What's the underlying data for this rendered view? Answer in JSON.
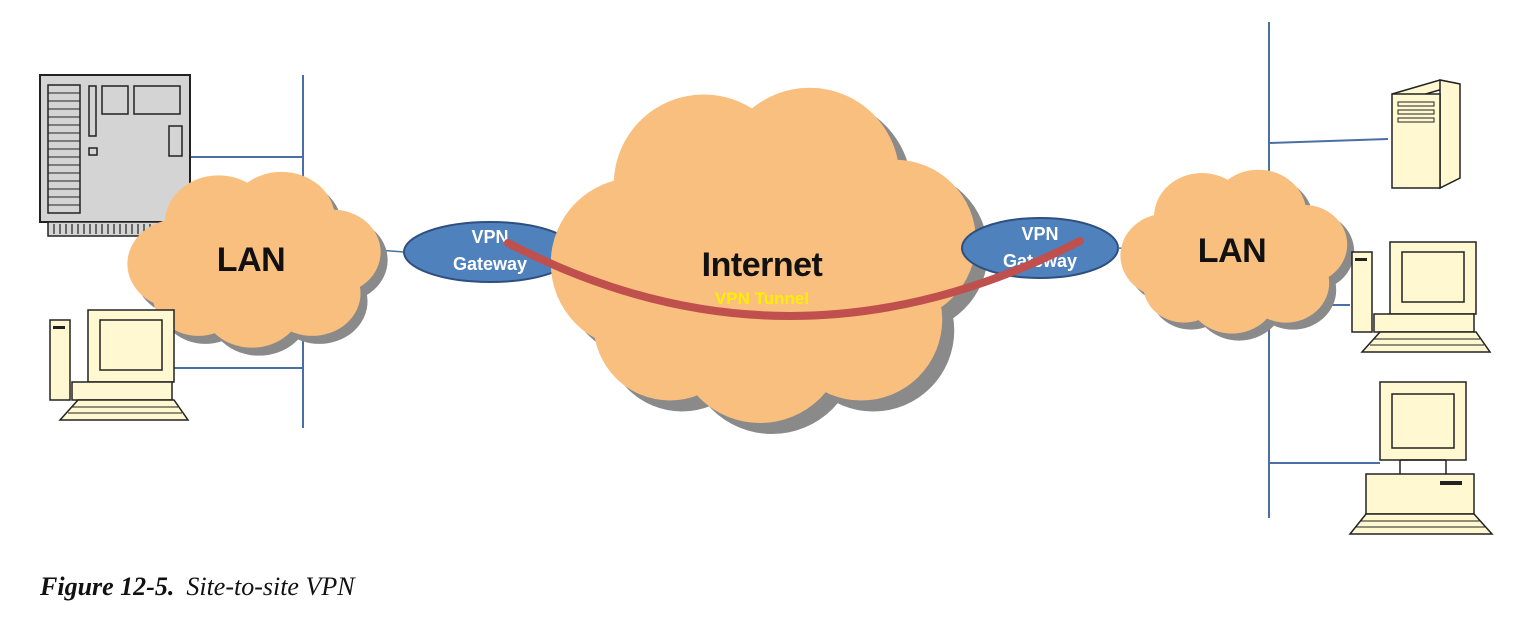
{
  "diagram": {
    "left_site": {
      "lan_label": "LAN",
      "gateway_label_line1": "VPN",
      "gateway_label_line2": "Gateway"
    },
    "internet": {
      "label": "Internet",
      "tunnel_label": "VPN Tunnel"
    },
    "right_site": {
      "lan_label": "LAN",
      "gateway_label_line1": "VPN",
      "gateway_label_line2": "Gateway"
    },
    "colors": {
      "cloud_fill": "#f9bf7e",
      "cloud_shadow": "#8a8a8a",
      "gateway_fill": "#4f81bd",
      "gateway_stroke": "#2f4f7f",
      "tunnel": "#c0504d",
      "tunnel_label": "#ffee00",
      "network_line": "#4a6fa5",
      "device_fill": "#fff8d0"
    },
    "icons": [
      "server-rack-icon",
      "desktop-computer-icon",
      "tower-server-icon",
      "desktop-computer-icon",
      "desktop-computer-icon"
    ]
  },
  "caption": {
    "label": "Figure 12-5.",
    "text": "Site-to-site VPN"
  }
}
